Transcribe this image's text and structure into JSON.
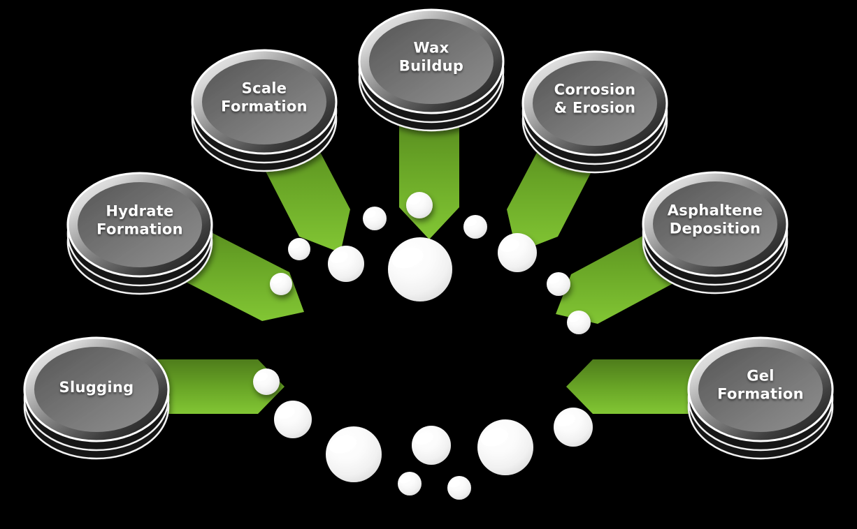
{
  "diagram": {
    "description": "Fan diagram of pipeline flow-assurance challenges: seven gray 3D discs with green arrows pointing into a cluster of white bubbles",
    "nodes": [
      {
        "id": "wax-buildup",
        "label": "Wax\nBuildup"
      },
      {
        "id": "scale-formation",
        "label": "Scale\nFormation"
      },
      {
        "id": "corrosion-erosion",
        "label": "Corrosion\n& Erosion"
      },
      {
        "id": "hydrate-formation",
        "label": "Hydrate\nFormation"
      },
      {
        "id": "asphaltene-deposition",
        "label": "Asphaltene\nDeposition"
      },
      {
        "id": "slugging",
        "label": "Slugging"
      },
      {
        "id": "gel-formation",
        "label": "Gel\nFormation"
      }
    ],
    "colors": {
      "background": "#000000",
      "arrow_green_dark": "#4e7c1b",
      "arrow_green_mid": "#6fae28",
      "arrow_green_light": "#82c634",
      "disc_face_gray": "#7a7a7a",
      "disc_rim_light": "#f5f5f5",
      "disc_rim_dark": "#141414",
      "bubble_white": "#ffffff",
      "label_text": "#ffffff"
    }
  }
}
